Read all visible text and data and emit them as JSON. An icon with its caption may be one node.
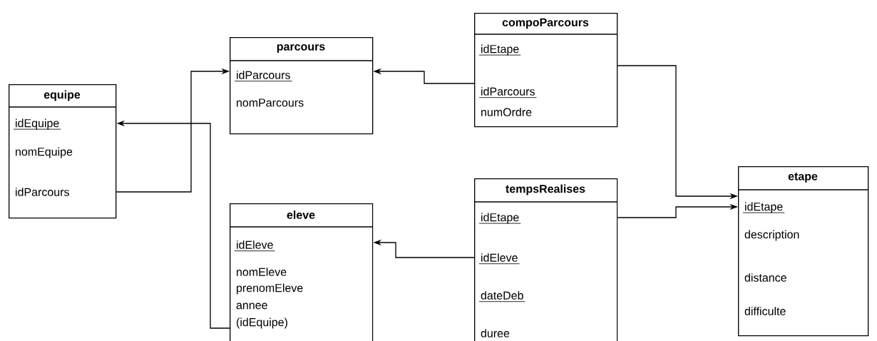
{
  "diagram": {
    "nodes": [
      {
        "text": [
          "equipe",
          "idEquipe",
          "nomEquipe",
          "idParcours"
        ]
      },
      {
        "text": [
          "parcours",
          "idParcours",
          "nomParcours"
        ]
      },
      {
        "text": [
          "compoParcours",
          "idEtape",
          "idParcours",
          "numOrdre"
        ]
      },
      {
        "text": [
          "eleve",
          "idEleve",
          "nomEleve",
          "prenomEleve",
          "annee",
          "(idEquipe)"
        ]
      },
      {
        "text": [
          "tempsRealises",
          "idEtape",
          "idEleve",
          "dateDeb",
          "duree"
        ]
      },
      {
        "text": [
          "etape",
          "idEtape",
          "description",
          "distance",
          "difficulte"
        ]
      }
    ],
    "edges": [
      {
        "from": 0,
        "to": 1,
        "arrow": "to"
      },
      {
        "from": 2,
        "to": 1,
        "arrow": "to"
      },
      {
        "from": 2,
        "to": 5,
        "arrow": "to"
      },
      {
        "from": 4,
        "to": 5,
        "arrow": "to"
      },
      {
        "from": 4,
        "to": 3,
        "arrow": "to"
      },
      {
        "from": 3,
        "to": 0,
        "arrow": "to"
      }
    ]
  }
}
